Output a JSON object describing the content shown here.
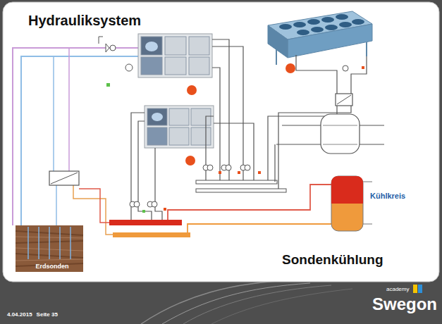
{
  "diagram": {
    "title": "Hydrauliksystem",
    "nodes": [
      {
        "text": [
          "Erdsonden"
        ]
      },
      {
        "text": [
          "Kühlkreis"
        ]
      }
    ],
    "labels": [
      "Sondenkühlung",
      "4.04.2015",
      "Seite 35",
      "academy",
      "Swegon"
    ]
  }
}
